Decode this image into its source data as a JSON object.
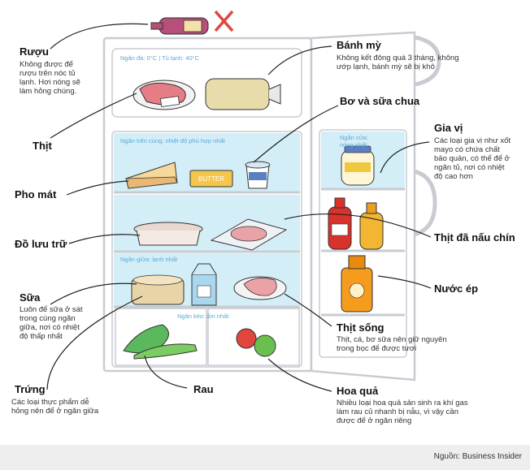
{
  "labels": {
    "ruou": {
      "title": "Rượu",
      "desc": [
        "Không được để",
        "rượu trên nóc tủ",
        "lạnh. Hơi nóng sẽ",
        "làm hỏng chúng."
      ]
    },
    "thit": {
      "title": "Thịt"
    },
    "pho_mat": {
      "title": "Pho mát"
    },
    "do_luu_tru": {
      "title": "Đồ lưu trữ"
    },
    "sua": {
      "title": "Sữa",
      "desc": [
        "Luôn để sữa ở sát",
        "trong cùng ngăn",
        "giữa, nơi có nhiệt",
        "độ thấp nhất"
      ]
    },
    "trung": {
      "title": "Trứng",
      "desc": [
        "Các loại thực phẩm dễ",
        "hỏng nên để ở ngăn giữa"
      ]
    },
    "rau": {
      "title": "Rau"
    },
    "banh_my": {
      "title": "Bánh mỳ",
      "desc": [
        "Không kết đông quá 3 tháng, không",
        "ướp lạnh, bánh mỳ sẽ bị khô"
      ]
    },
    "bo_sua_chua": {
      "title": "Bơ và sữa chua"
    },
    "gia_vi": {
      "title": "Gia vị",
      "desc": [
        "Các loại gia vị như xốt",
        "mayo có chứa chất",
        "bảo quản, có thể để ở",
        "ngăn tủ, nơi có nhiệt",
        "độ cao hơn"
      ]
    },
    "thit_nau_chin": {
      "title": "Thịt đã nấu chín"
    },
    "nuoc_ep": {
      "title": "Nước ép"
    },
    "thit_song": {
      "title": "Thịt sống",
      "desc": [
        "Thịt, cá, bơ sữa nên giữ nguyên",
        "trong bọc để được tươi"
      ]
    },
    "hoa_qua": {
      "title": "Hoa quả",
      "desc": [
        "Nhiều loại hoa quả sản sinh ra khí gas",
        "làm rau củ nhanh bị nẫu, vì vậy cần",
        "được để ở ngăn riêng"
      ]
    }
  },
  "fridge": {
    "freezer": "Ngăn đá: 0°C | Tủ lạnh: 40°C",
    "top_shelf": "Ngăn trên cùng: nhiệt độ phù hợp nhất",
    "middle_shelf": "Ngăn giữa: lạnh nhất",
    "drawer": "Ngăn kéo: ẩm nhất",
    "door": [
      "Ngăn cửa:",
      "nóng nhất"
    ],
    "butter_text": "BUTTER"
  },
  "source": "Nguồn: Business Insider",
  "colors": {
    "fridge_outline": "#c8ccd2",
    "shelf_blue": "#d4eef8",
    "label_blue": "#5aa9d6",
    "accent_red": "#e0463e"
  }
}
